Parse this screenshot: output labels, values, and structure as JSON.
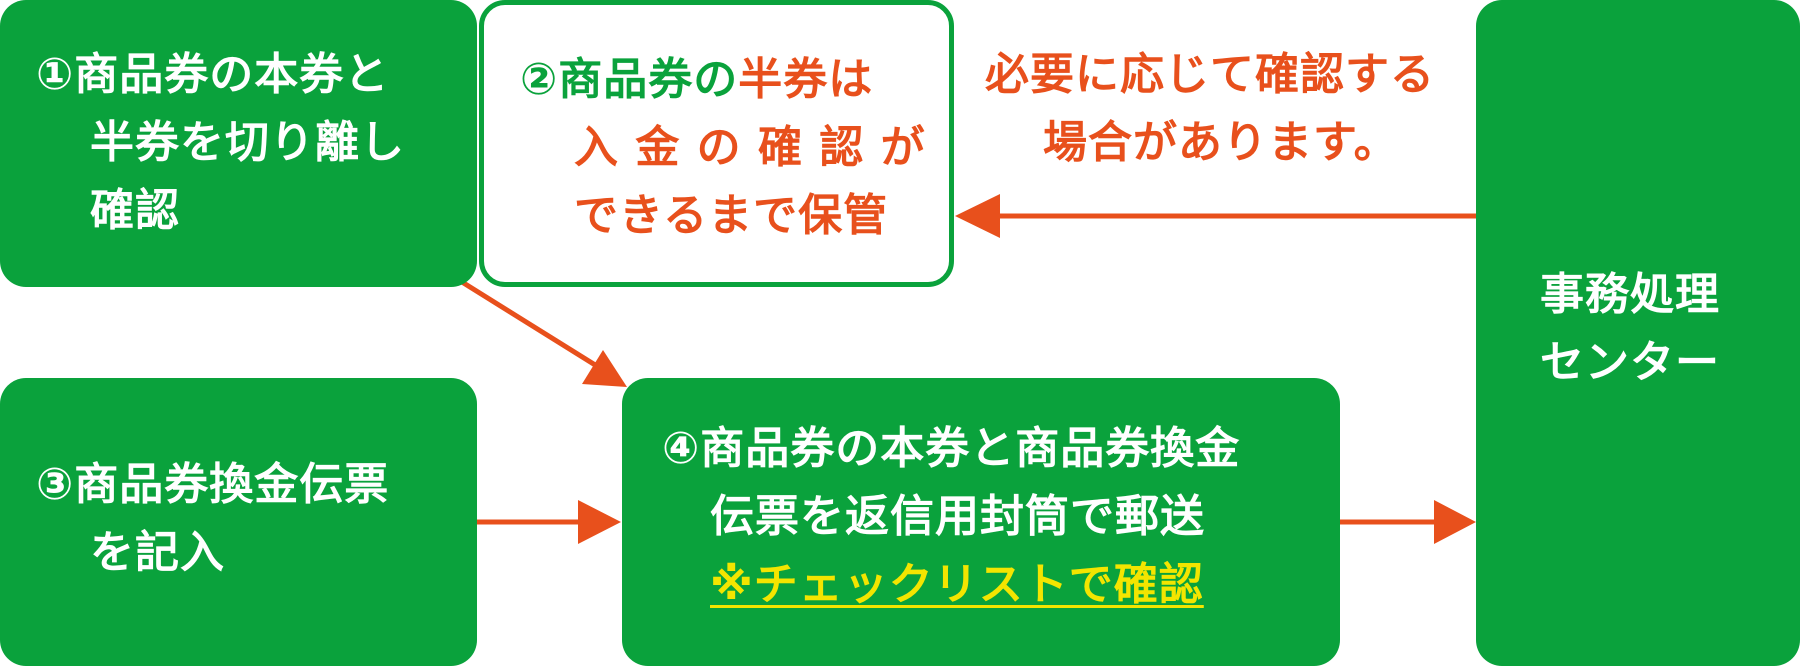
{
  "colors": {
    "green": "#0aa23c",
    "orange": "#e8501c",
    "yellow": "#f3e500",
    "white": "#ffffff"
  },
  "step1": {
    "line1": "①商品券の本券と",
    "line2": "半券を切り離し",
    "line3": "確認"
  },
  "step2": {
    "line1_a": "②商品券の",
    "line1_b": "半券は",
    "line2": "入 金 の 確 認 が",
    "line3": "できるまで保管"
  },
  "note": {
    "line1": "必要に応じて確認する",
    "line2": "場合があります。"
  },
  "center": {
    "line1": "事務処理",
    "line2": "センター"
  },
  "step3": {
    "line1": "③商品券換金伝票",
    "line2": "を記入"
  },
  "step4": {
    "line1": "④商品券の本券と商品券換金",
    "line2": "伝票を返信用封筒で郵送",
    "line3": "※チェックリストで確認"
  }
}
